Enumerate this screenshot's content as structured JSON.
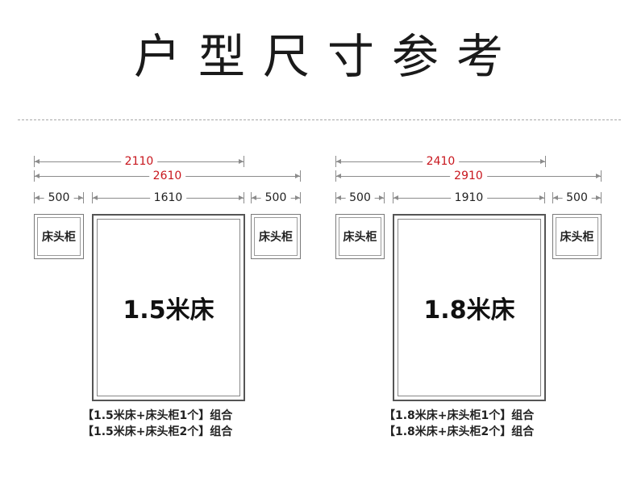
{
  "title": "户型尺寸参考",
  "left": {
    "dim_total_bed_one_side": "2110",
    "dim_total": "2610",
    "dim_nightstand_left": "500",
    "dim_bed": "1610",
    "dim_nightstand_right": "500",
    "nightstand_left_label": "床头柜",
    "nightstand_right_label": "床头柜",
    "bed_label": "1.5米床",
    "combos": [
      "【1.5米床+床头柜1个】组合",
      "【1.5米床+床头柜2个】组合"
    ]
  },
  "right": {
    "dim_total_bed_one_side": "2410",
    "dim_total": "2910",
    "dim_nightstand_left": "500",
    "dim_bed": "1910",
    "dim_nightstand_right": "500",
    "nightstand_left_label": "床头柜",
    "nightstand_right_label": "床头柜",
    "bed_label": "1.8米床",
    "combos": [
      "【1.8米床+床头柜1个】组合",
      "【1.8米床+床头柜2个】组合"
    ]
  },
  "colors": {
    "dimension_total": "#c8161d",
    "dimension_part": "#222222",
    "outline": "#555555"
  }
}
